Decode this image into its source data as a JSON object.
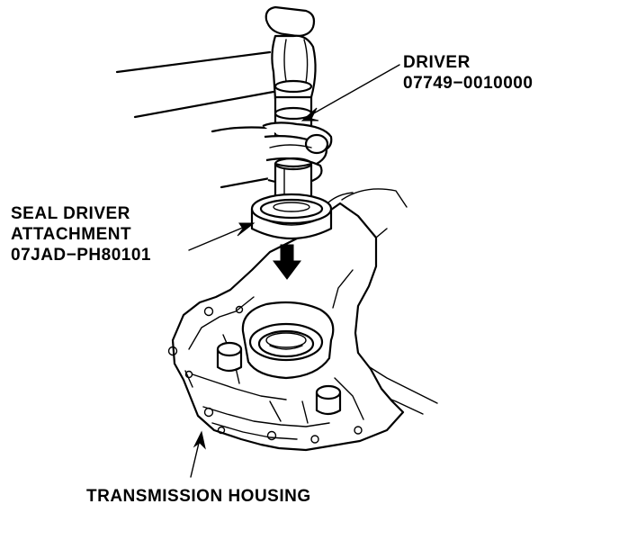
{
  "labels": {
    "driver": {
      "name": "DRIVER",
      "part_number": "07749−0010000"
    },
    "seal_driver": {
      "line1": "SEAL DRIVER",
      "line2": "ATTACHMENT",
      "part_number": "07JAD−PH80101"
    },
    "housing": {
      "name": "TRANSMISSION HOUSING"
    }
  }
}
